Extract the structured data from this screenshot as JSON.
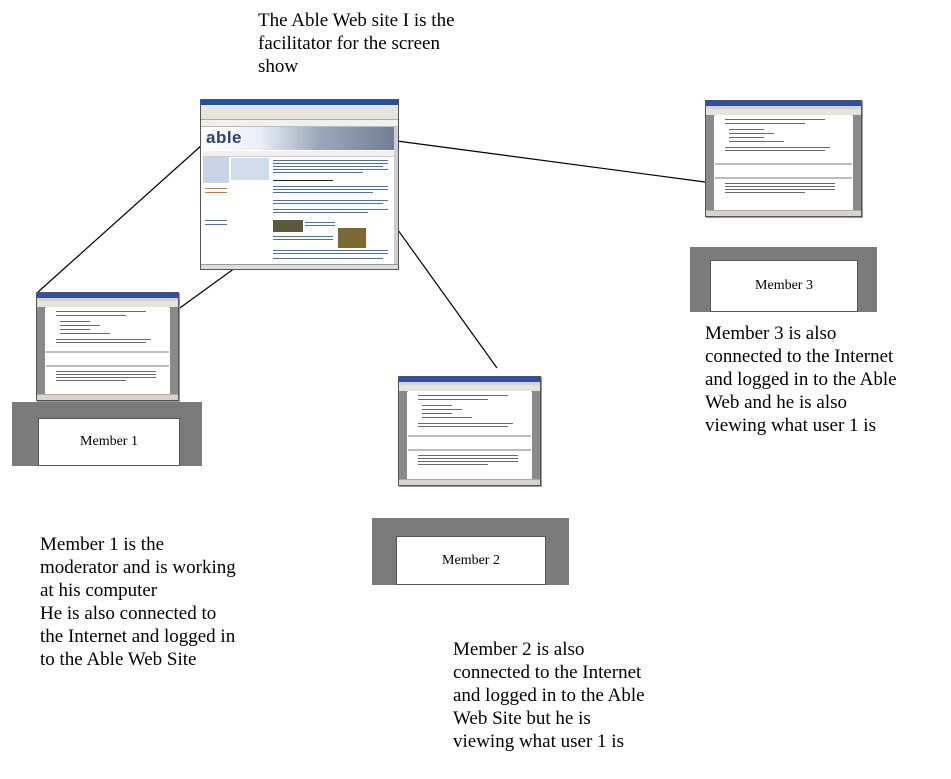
{
  "facilitator": {
    "caption": "The Able Web site I is the\nfacilitator for the screen\nshow",
    "logo_text": "able"
  },
  "members": [
    {
      "box_label": "Member 1",
      "caption": "Member 1 is the\nmoderator and is working\nat his computer\nHe is also connected to\nthe Internet and logged in\nto the Able Web Site"
    },
    {
      "box_label": "Member 2",
      "caption": "Member 2  is also\nconnected to the Internet\nand logged in to the Able\nWeb Site but he is\nviewing what user 1 is"
    },
    {
      "box_label": "Member 3",
      "caption": "Member 3  is also\nconnected to the Internet\nand logged in to the Able\nWeb and he is also\nviewing what user 1 is"
    }
  ],
  "colors": {
    "line": "#000000",
    "box_frame": "#7a7a7a",
    "title_bar": "#2a4fb0"
  }
}
